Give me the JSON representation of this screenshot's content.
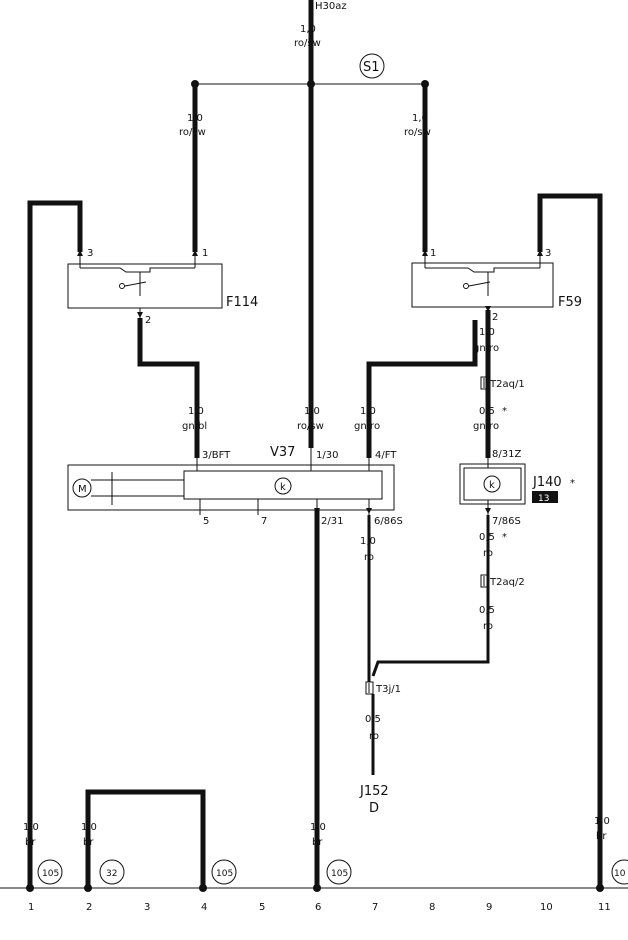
{
  "wire_labels": {
    "h30az": "H30az",
    "top_gauge": "1,0",
    "top_color": "ro/sw",
    "s1": "S1",
    "left_branch_gauge": "1,0",
    "left_branch_color": "ro/sw",
    "right_branch_gauge": "1,0",
    "right_branch_color": "ro/sw",
    "f114_out_gauge": "1,0",
    "f114_out_color": "gn/bl",
    "v37_30_gauge": "1,0",
    "v37_30_color": "ro/sw",
    "v37_ft_gauge": "1,0",
    "v37_ft_color": "gn/ro",
    "f59_out_gauge": "1,0",
    "f59_out_color": "gn/ro",
    "j140_in_gauge": "0,5",
    "j140_in_color": "gn/ro",
    "v37_86s_gauge": "1,0",
    "v37_86s_color": "ro",
    "j140_out_gauge": "0,5",
    "j140_out_color": "ro",
    "t2aq2_out_gauge": "0,5",
    "t2aq2_out_color": "ro",
    "t3j_out_gauge": "0,5",
    "t3j_out_color": "ro",
    "br1_gauge": "1,0",
    "br1_color": "br",
    "br2_gauge": "1,0",
    "br2_color": "br",
    "br6_gauge": "1,0",
    "br6_color": "br",
    "br11_gauge": "1,0",
    "br11_color": "br"
  },
  "components": {
    "f114": "F114",
    "f59": "F59",
    "v37": "V37",
    "j140": "J140",
    "j152": "J152",
    "d": "D"
  },
  "pins": {
    "f114_3": "3",
    "f114_1": "1",
    "f114_2": "2",
    "f59_1": "1",
    "f59_3": "3",
    "f59_2": "2",
    "v37_bft": "3/BFT",
    "v37_30": "1/30",
    "v37_ft": "4/FT",
    "v37_5": "5",
    "v37_7": "7",
    "v37_31": "2/31",
    "v37_86s": "6/86S",
    "j140_31z": "8/31Z",
    "j140_86s": "7/86S"
  },
  "connectors": {
    "t2aq1": "T2aq/1",
    "t2aq2": "T2aq/2",
    "t3j1": "T3j/1"
  },
  "marks": {
    "asterisk1": "*",
    "asterisk2": "*",
    "asterisk3": "*",
    "j140_badge": "13"
  },
  "ground_refs": {
    "c1": "105",
    "c2": "32",
    "c3": "105",
    "c4": "105",
    "c5": "10"
  },
  "ruler": [
    "1",
    "2",
    "3",
    "4",
    "5",
    "6",
    "7",
    "8",
    "9",
    "10",
    "11"
  ]
}
